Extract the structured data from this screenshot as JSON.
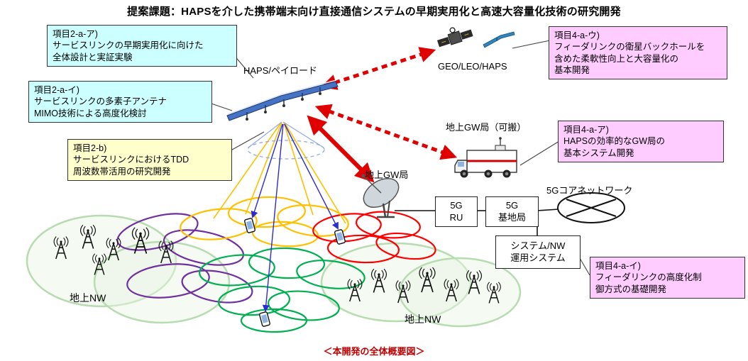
{
  "title": "提案課題：HAPSを介した携帯端末向け直接通信システムの早期実用化と高速大容量化技術の研究開発",
  "caption": "＜本開発の全体概要図＞",
  "notes": {
    "item_2a_a": {
      "heading": "項目2-a-ア)",
      "body": "サービスリンクの早期実用化に向けた\n全体設計と実証実験"
    },
    "item_2a_i": {
      "heading": "項目2-a-イ)",
      "body": "サービスリンクの多素子アンテナ\nMIMO技術による高度化検討"
    },
    "item_2b": {
      "heading": "項目2-b)",
      "body": "サービスリンクにおけるTDD\n周波数帯活用の研究開発"
    },
    "item_4a_u": {
      "heading": "項目4-a-ウ)",
      "body": "フィーダリンクの衛星バックホールを\n含めた柔軟性向上と大容量化の\n基本開発"
    },
    "item_4a_a": {
      "heading": "項目4-a-ア)",
      "body": "HAPSの効率的なGW局の\n基本システム開発"
    },
    "item_4a_i": {
      "heading": "項目4-a-イ)",
      "body": "フィーダリンクの高度化制\n御方式の基礎開発"
    }
  },
  "labels": {
    "haps_payload": "HAPS/ペイロード",
    "geo_leo_haps": "GEO/LEO/HAPS",
    "gw_portable": "地上GW局（可搬）",
    "gw_station": "地上GW局",
    "core_network": "5Gコアネットワーク",
    "ground_nw_left": "地上NW",
    "ground_nw_right": "地上NW"
  },
  "nodes": {
    "ru_5g": "5G\nRU",
    "bs_5g": "5G\n基地局",
    "ops_system": "システム/NW\n運用システム"
  },
  "icons": [
    "haps-aircraft-icon",
    "geo-satellite-icon",
    "leo-haps-plane-icon",
    "gw-truck-icon",
    "gw-dish-icon",
    "core-network-icon",
    "cell-tower-icon",
    "smartphone-icon"
  ],
  "colors": {
    "note_cyan": "#ccffff",
    "note_yellow": "#ffffcc",
    "note_pink": "#ffccff",
    "cell_purple": "#7030a0",
    "cell_yellow": "#ffc000",
    "cell_green": "#00b050",
    "cell_red": "#ff0000",
    "cell_pale_green": "#b7dcb0",
    "arrow_red": "#e00000",
    "arrow_blue": "#2b2bd4",
    "caption_red": "#c00000"
  }
}
